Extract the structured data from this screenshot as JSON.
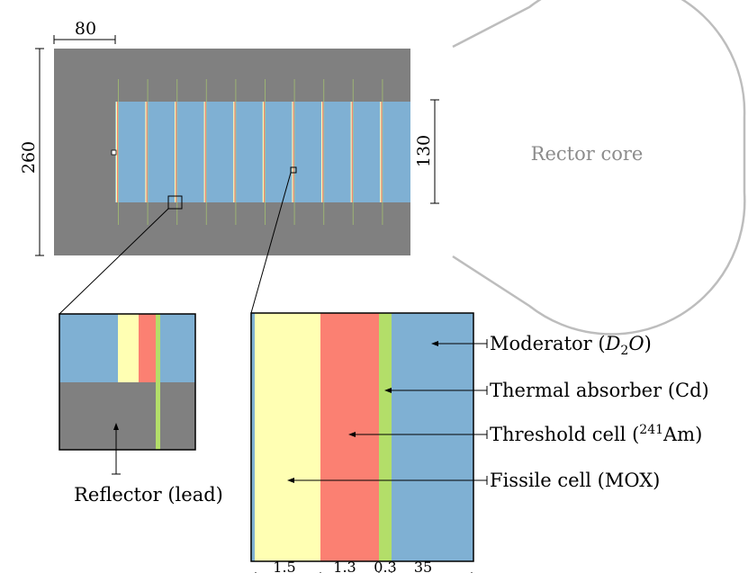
{
  "dimensions": {
    "left_reflector": "80",
    "height": "260",
    "channel": "130"
  },
  "core_label": "Rector core",
  "labels": {
    "reflector": "Reflector (lead)",
    "moderator_prefix": "Moderator (",
    "moderator_formula_base": "D",
    "moderator_formula_sub": "2",
    "moderator_formula_tail": "O",
    "moderator_suffix": ")",
    "thermal_absorber": "Thermal absorber (Cd)",
    "threshold_prefix": "Threshold cell (",
    "threshold_sup": "241",
    "threshold_element": "Am",
    "threshold_suffix": ")",
    "fissile": "Fissile cell (MOX)"
  },
  "widths": [
    "1.5",
    "1.3",
    "0.3",
    "35"
  ],
  "colors": {
    "lead": "#808080",
    "moderator": "#7fb0d3",
    "fissile": "#ffffb3",
    "threshold": "#fb8072",
    "absorber": "#b3de69",
    "core_outline": "#bdbdbd"
  }
}
